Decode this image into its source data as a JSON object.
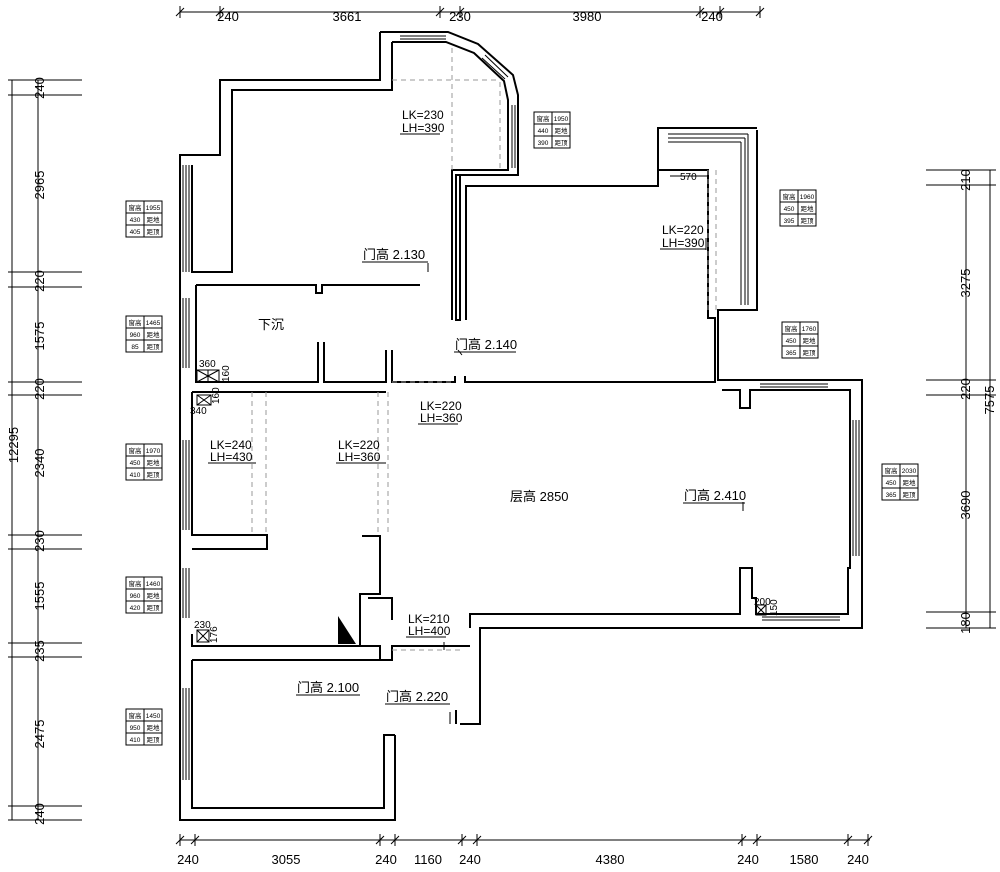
{
  "dims": {
    "top": [
      "240",
      "3661",
      "230",
      "3980",
      "240"
    ],
    "bottom": [
      "240",
      "3055",
      "240",
      "1160",
      "240",
      "4380",
      "240",
      "1580",
      "240"
    ],
    "left": [
      "240",
      "2965",
      "220",
      "1575",
      "220",
      "2340",
      "230",
      "1555",
      "235",
      "2475",
      "240"
    ],
    "left_total": "12295",
    "right": [
      "210",
      "3275",
      "220",
      "3690",
      "180"
    ],
    "right_total": "7575"
  },
  "openings": [
    {
      "lk": "LK=230",
      "lh": "LH=390"
    },
    {
      "lk": "LK=220",
      "lh": "LH=390"
    },
    {
      "lk": "LK=220",
      "lh": "LH=360"
    },
    {
      "lk": "LK=240",
      "lh": "LH=430"
    },
    {
      "lk": "LK=220",
      "lh": "LH=360"
    },
    {
      "lk": "LK=210",
      "lh": "LH=400"
    }
  ],
  "doors": [
    "门高 2.130",
    "门高 2.140",
    "门高 2.410",
    "门高 2.100",
    "门高 2.220"
  ],
  "rooms": {
    "sunken": "下沉",
    "floor_height": "层高 2850"
  },
  "small_dims": [
    "570",
    "360",
    "160",
    "340",
    "160",
    "230",
    "176",
    "200",
    "150"
  ],
  "windows": [
    {
      "rows": [
        [
          "窗高",
          "1950"
        ],
        [
          "440",
          "距地"
        ],
        [
          "390",
          "距顶"
        ]
      ]
    },
    {
      "rows": [
        [
          "窗高",
          "1960"
        ],
        [
          "450",
          "距地"
        ],
        [
          "395",
          "距顶"
        ]
      ]
    },
    {
      "rows": [
        [
          "窗高",
          "1955"
        ],
        [
          "430",
          "距地"
        ],
        [
          "405",
          "距顶"
        ]
      ]
    },
    {
      "rows": [
        [
          "窗高",
          "1465"
        ],
        [
          "960",
          "距地"
        ],
        [
          "85",
          "距顶"
        ]
      ]
    },
    {
      "rows": [
        [
          "窗高",
          "1760"
        ],
        [
          "450",
          "距地"
        ],
        [
          "365",
          "距顶"
        ]
      ]
    },
    {
      "rows": [
        [
          "窗高",
          "1970"
        ],
        [
          "450",
          "距地"
        ],
        [
          "410",
          "距顶"
        ]
      ]
    },
    {
      "rows": [
        [
          "窗高",
          "2030"
        ],
        [
          "450",
          "距地"
        ],
        [
          "365",
          "距顶"
        ]
      ]
    },
    {
      "rows": [
        [
          "窗高",
          "1460"
        ],
        [
          "960",
          "距地"
        ],
        [
          "420",
          "距顶"
        ]
      ]
    },
    {
      "rows": [
        [
          "窗高",
          "1450"
        ],
        [
          "950",
          "距地"
        ],
        [
          "410",
          "距顶"
        ]
      ]
    }
  ]
}
